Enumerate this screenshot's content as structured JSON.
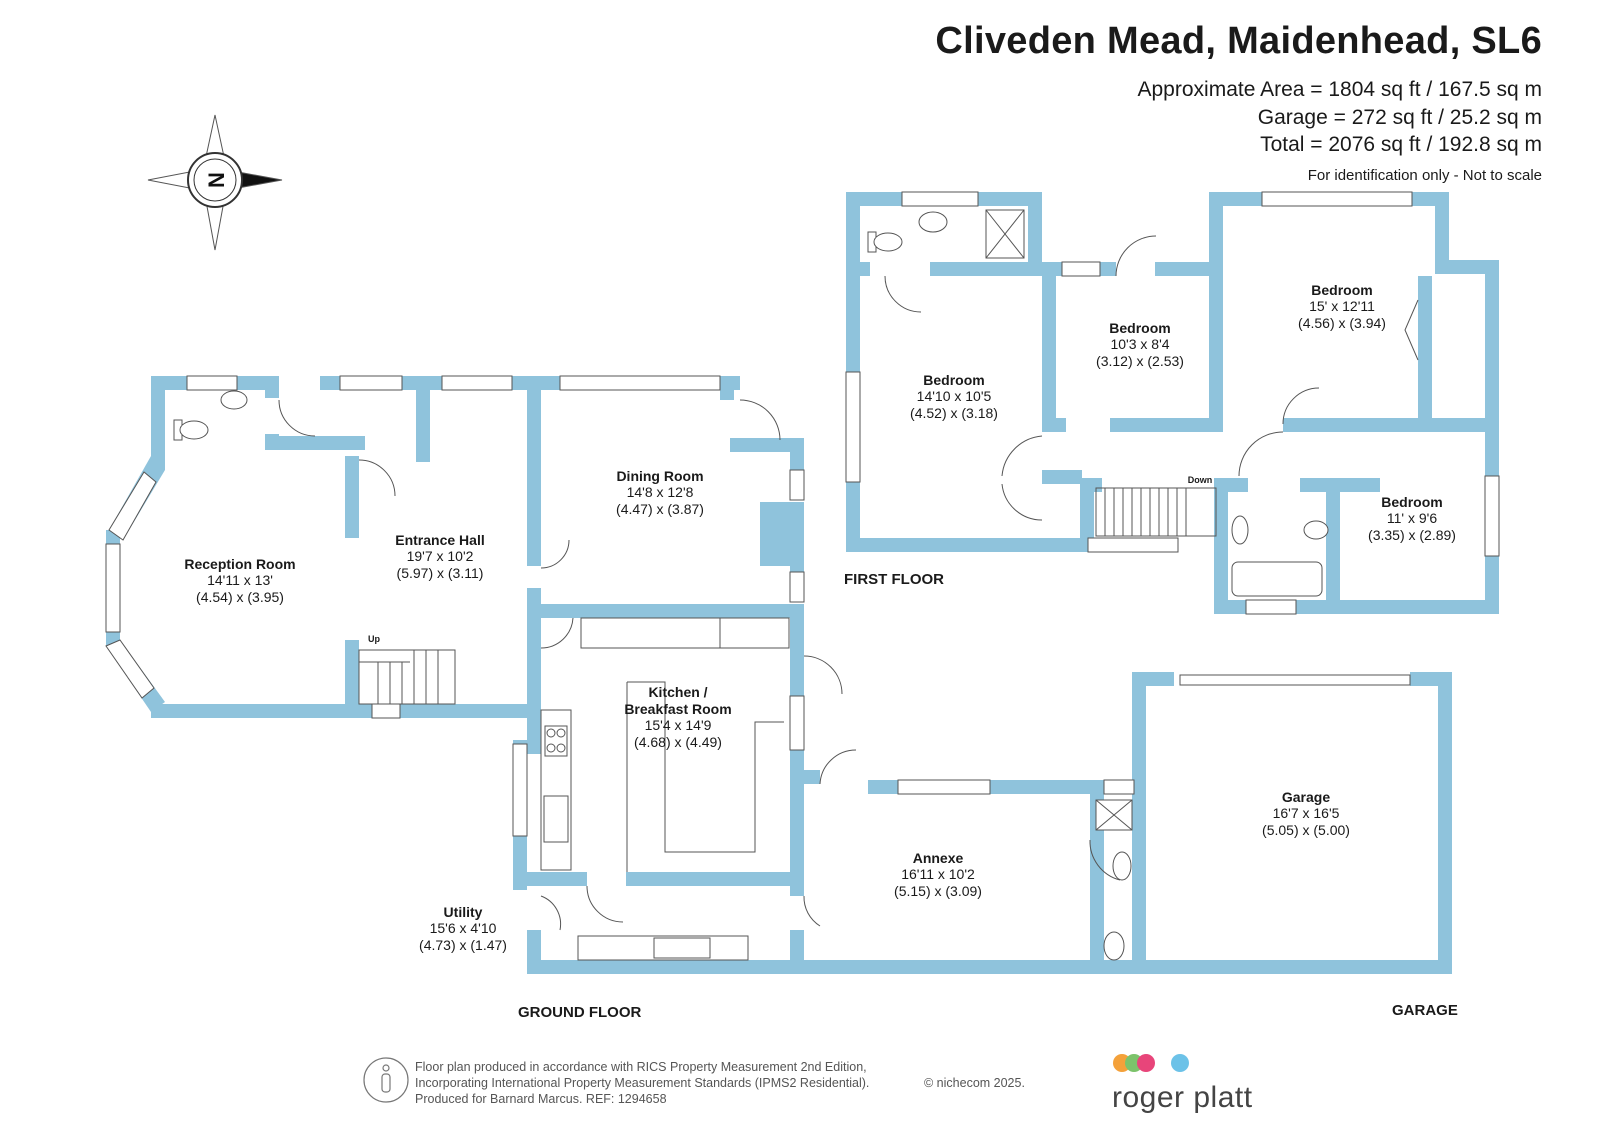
{
  "header": {
    "title": "Cliveden Mead, Maidenhead, SL6",
    "approx_area": "Approximate Area = 1804 sq ft / 167.5 sq m",
    "garage_area": "Garage = 272 sq ft / 25.2 sq m",
    "total_area": "Total = 2076 sq ft / 192.8 sq m",
    "disclaimer": "For identification only - Not to scale"
  },
  "compass": {
    "label": "N"
  },
  "colors": {
    "wall": "#8fc3dc",
    "line": "#555555",
    "text": "#1a1a1a"
  },
  "floors": {
    "first": "FIRST FLOOR",
    "ground": "GROUND FLOOR",
    "garage": "GARAGE"
  },
  "rooms": {
    "reception": {
      "name": "Reception Room",
      "imperial": "14'11 x 13'",
      "metric": "(4.54) x (3.95)"
    },
    "hall": {
      "name": "Entrance Hall",
      "imperial": "19'7 x 10'2",
      "metric": "(5.97) x (3.11)"
    },
    "dining": {
      "name": "Dining Room",
      "imperial": "14'8 x 12'8",
      "metric": "(4.47) x (3.87)"
    },
    "kitchen": {
      "name1": "Kitchen /",
      "name2": "Breakfast Room",
      "imperial": "15'4 x 14'9",
      "metric": "(4.68) x (4.49)"
    },
    "utility": {
      "name": "Utility",
      "imperial": "15'6 x 4'10",
      "metric": "(4.73) x (1.47)"
    },
    "annexe": {
      "name": "Annexe",
      "imperial": "16'11 x 10'2",
      "metric": "(5.15) x (3.09)"
    },
    "garage": {
      "name": "Garage",
      "imperial": "16'7 x 16'5",
      "metric": "(5.05) x (5.00)"
    },
    "bed1": {
      "name": "Bedroom",
      "imperial": "14'10 x 10'5",
      "metric": "(4.52) x (3.18)"
    },
    "bed2": {
      "name": "Bedroom",
      "imperial": "10'3 x 8'4",
      "metric": "(3.12) x (2.53)"
    },
    "bed3": {
      "name": "Bedroom",
      "imperial": "15' x 12'11",
      "metric": "(4.56) x (3.94)"
    },
    "bed4": {
      "name": "Bedroom",
      "imperial": "11' x 9'6",
      "metric": "(3.35) x (2.89)"
    }
  },
  "stairs": {
    "up": "Up",
    "down": "Down"
  },
  "footer": {
    "line1": "Floor plan produced in accordance with RICS Property Measurement 2nd Edition,",
    "line2": "Incorporating International Property Measurement Standards (IPMS2 Residential).",
    "line3": "Produced for Barnard Marcus.   REF:  1294658",
    "copyright": "© nichecom 2025.",
    "brand": "roger platt",
    "brand_dots": [
      "#f4a13a",
      "#7cc36b",
      "#e8457a",
      "#6cc2e8"
    ]
  }
}
